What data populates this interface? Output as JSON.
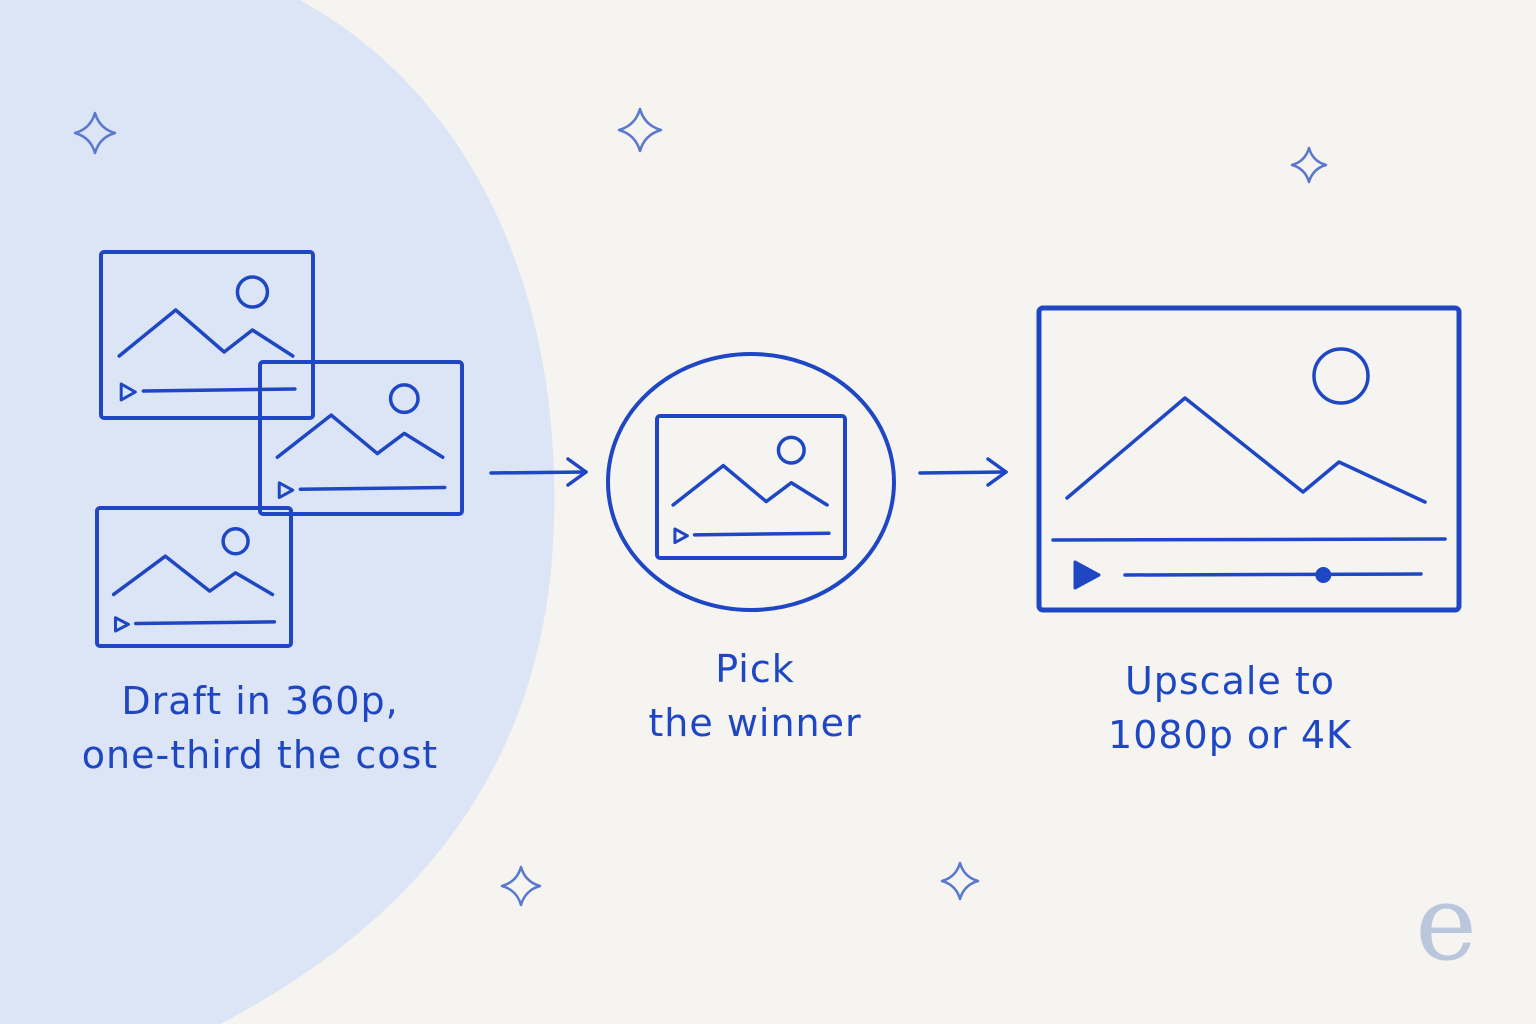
{
  "colors": {
    "ink": "#1f47c4",
    "sparkle": "#5b78cf",
    "highlight": "#dbe5f5",
    "background": "#f5f4f0",
    "logo": "#b9c6dc"
  },
  "steps": [
    {
      "id": "draft",
      "lines": [
        "Draft in 360p,",
        "one-third the cost"
      ],
      "icon": "video-thumbnail-stack-icon"
    },
    {
      "id": "pick",
      "lines": [
        "Pick",
        "the winner"
      ],
      "icon": "selected-video-circle-icon"
    },
    {
      "id": "upscale",
      "lines": [
        "Upscale to",
        "1080p or 4K"
      ],
      "icon": "large-video-player-icon"
    }
  ],
  "player": {
    "progress": 0.67
  },
  "logo": {
    "letter": "e"
  }
}
